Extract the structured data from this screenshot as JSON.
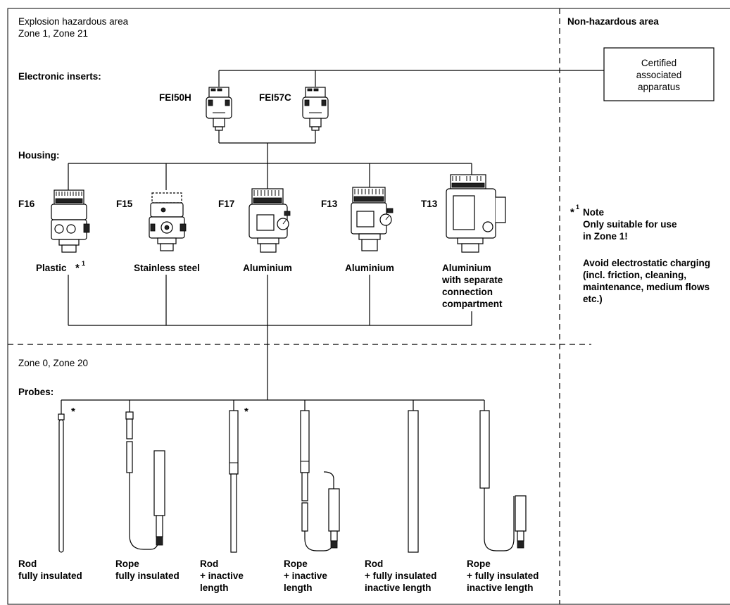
{
  "zones": {
    "hazardous_title_line1": "Explosion hazardous area",
    "hazardous_title_line2": "Zone 1, Zone 21",
    "non_hazardous_title": "Non-hazardous area",
    "zone0_title": "Zone 0, Zone 20"
  },
  "apparatus": {
    "line1": "Certified",
    "line2": "associated",
    "line3": "apparatus"
  },
  "sections": {
    "electronic_inserts": "Electronic inserts:",
    "housing": "Housing:",
    "probes": "Probes:"
  },
  "inserts": [
    {
      "name": "FEI50H"
    },
    {
      "name": "FEI57C"
    }
  ],
  "housings": [
    {
      "code": "F16",
      "material": [
        "Plastic"
      ],
      "marker": "*",
      "marker_sup": "1"
    },
    {
      "code": "F15",
      "material": [
        "Stainless steel"
      ]
    },
    {
      "code": "F17",
      "material": [
        "Aluminium"
      ]
    },
    {
      "code": "F13",
      "material": [
        "Aluminium"
      ]
    },
    {
      "code": "T13",
      "material": [
        "Aluminium",
        "with separate",
        "connection",
        "compartment"
      ]
    }
  ],
  "note": {
    "marker": "*",
    "marker_sup": "1",
    "title": "Note",
    "line1": "Only suitable for use",
    "line2": "in Zone 1!",
    "line3": "Avoid electrostatic charging",
    "line4": "(incl. friction, cleaning,",
    "line5": "maintenance, medium flows",
    "line6": "etc.)"
  },
  "probe_markers": [
    "*",
    "*"
  ],
  "probes": [
    {
      "line1": "Rod",
      "line2": "fully insulated",
      "line3": ""
    },
    {
      "line1": "Rope",
      "line2": "fully insulated",
      "line3": ""
    },
    {
      "line1": "Rod",
      "line2": "+ inactive",
      "line3": "length"
    },
    {
      "line1": "Rope",
      "line2": "+ inactive",
      "line3": "length"
    },
    {
      "line1": "Rod",
      "line2": "+ fully insulated",
      "line3": "inactive length"
    },
    {
      "line1": "Rope",
      "line2": "+ fully insulated",
      "line3": "inactive length"
    }
  ]
}
